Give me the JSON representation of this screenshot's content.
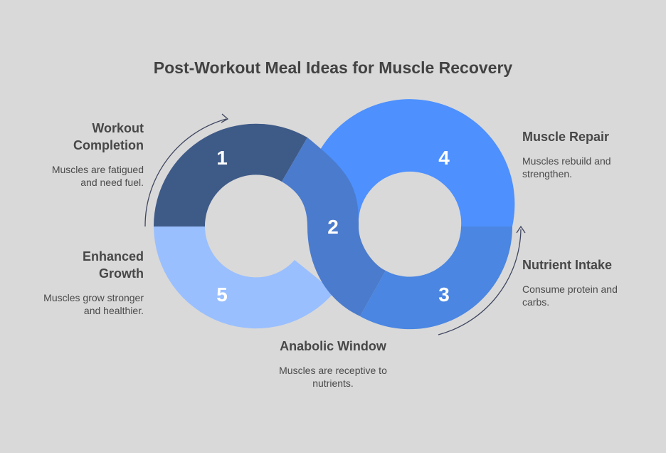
{
  "title": "Post-Workout Meal Ideas for Muscle Recovery",
  "steps": [
    {
      "number": "1",
      "heading_lines": [
        "Workout",
        "Completion"
      ],
      "description_lines": [
        "Muscles are fatigued",
        "and need fuel."
      ],
      "color": "#3e5a87"
    },
    {
      "number": "2",
      "heading": "Anabolic Window",
      "description_lines": [
        "Muscles are receptive to",
        "nutrients."
      ],
      "color": "#4b7bcc"
    },
    {
      "number": "3",
      "heading": "Nutrient Intake",
      "description_lines": [
        "Consume protein and",
        "carbs."
      ],
      "color": "#4a86e2"
    },
    {
      "number": "4",
      "heading": "Muscle Repair",
      "description_lines": [
        "Muscles rebuild and",
        "strengthen."
      ],
      "color": "#4d90fe"
    },
    {
      "number": "5",
      "heading_lines": [
        "Enhanced",
        "Growth"
      ],
      "description_lines": [
        "Muscles grow stronger",
        "and healthier."
      ],
      "color": "#99bfff"
    }
  ]
}
